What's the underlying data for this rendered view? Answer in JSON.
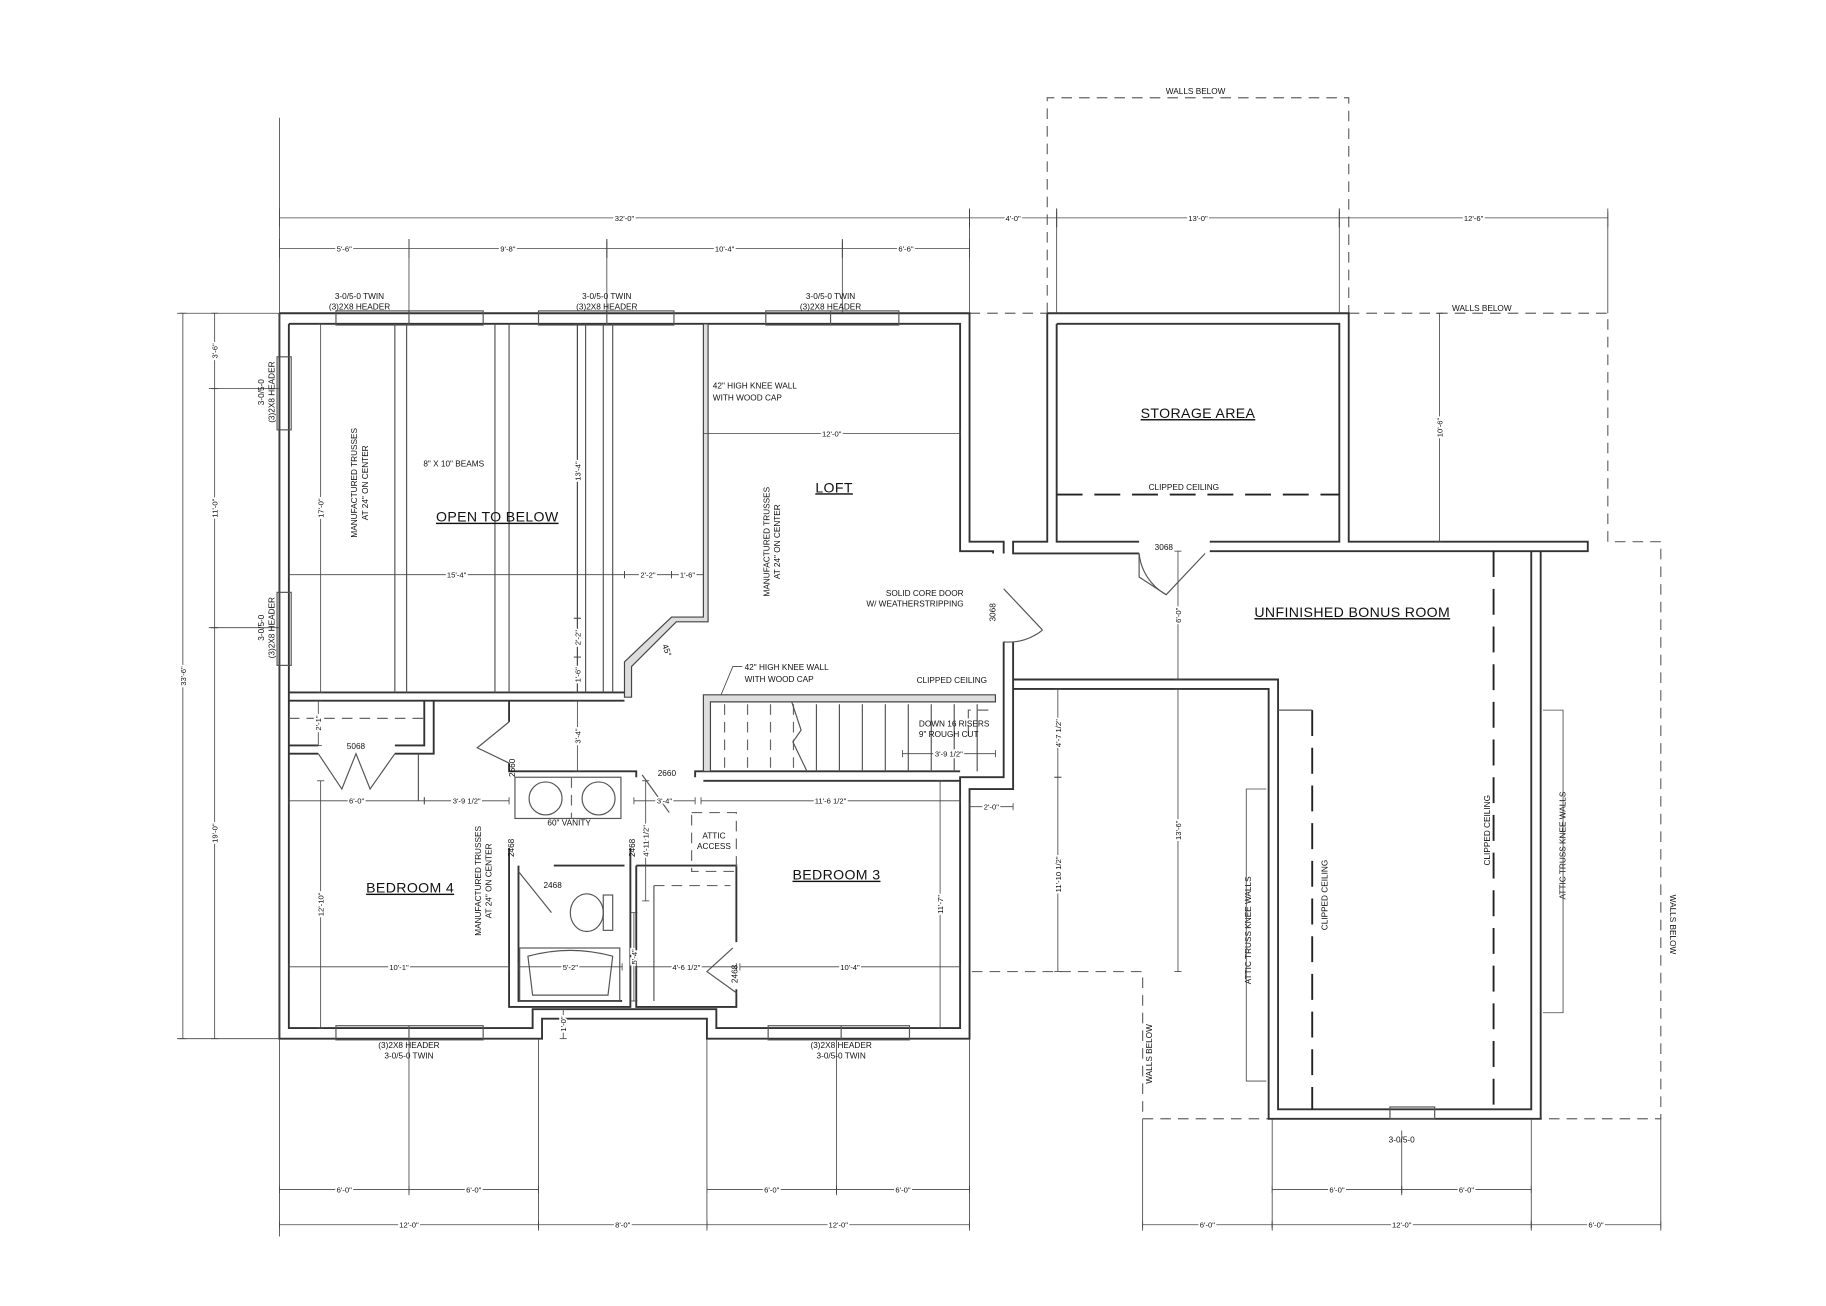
{
  "rooms": {
    "open_to_below": "OPEN TO BELOW",
    "loft": "LOFT",
    "storage_area": "STORAGE AREA",
    "bonus_room": "UNFINISHED BONUS ROOM",
    "bedroom_4": "BEDROOM 4",
    "bedroom_3": "BEDROOM 3"
  },
  "notes": {
    "walls_below": "WALLS BELOW",
    "window_twin": "3-0/5-0 TWIN",
    "window_single": "3-0/5-0",
    "header": "(3)2X8 HEADER",
    "knee_wall_1": "42\" HIGH KNEE WALL",
    "knee_wall_2": "WITH WOOD CAP",
    "beams": "8\" X 10\" BEAMS",
    "trusses_1": "MANUFACTURED TRUSSES",
    "trusses_2": "AT 24\" ON CENTER",
    "solid_door_1": "SOLID CORE DOOR",
    "solid_door_2": "W/ WEATHERSTRIPPING",
    "clipped_ceiling": "CLIPPED CEILING",
    "stairs_1": "DOWN 16 RISERS",
    "stairs_2": "9\" ROUGH CUT",
    "vanity": "60\" VANITY",
    "attic_1": "ATTIC",
    "attic_2": "ACCESS",
    "attic_truss": "ATTIC TRUSS KNEE WALLS",
    "angle": "45°",
    "door_3068": "3068",
    "door_2660": "2660",
    "door_2468": "2468",
    "door_5068": "5068"
  },
  "dims": {
    "overall_32": "32'-0\"",
    "top_4": "4'-0\"",
    "top_13": "13'-0\"",
    "top_12_6": "12'-6\"",
    "top_5_6": "5'-6\"",
    "top_9_8": "9'-8\"",
    "top_10_4": "10'-4\"",
    "top_6_6": "6'-6\"",
    "left_33_6": "33'-6\"",
    "left_3_6": "3'-6\"",
    "left_11": "11'-0\"",
    "left_19": "19'-0\"",
    "loft_12": "12'-0\"",
    "otb_17": "17'-0\"",
    "otb_13_4": "13'-4\"",
    "otb_15_4": "15'-4\"",
    "otb_2_2": "2'-2\"",
    "otb_1_6": "1'-6\"",
    "otb_v_2_2": "2'-2\"",
    "otb_v_1_6": "1'-6\"",
    "storage_10_6": "10'-6\"",
    "bonus_6": "6'-0\"",
    "bonus_13_6": "13'-6\"",
    "stair_3_9": "3'-9 1/2\"",
    "hall_4_7": "4'-7 1/2\"",
    "hall_2": "2'-0\"",
    "hall_11_10": "11'-10 1/2\"",
    "closet_2_1": "2'-1\"",
    "closet_6": "6'-0\"",
    "closet_3_9": "3'-9 1/2\"",
    "hall_3_4_v": "3'-4\"",
    "hall_3_4": "3'-4\"",
    "br3_11_6": "11'-6 1/2\"",
    "bath_4_11": "4'-11 1/2\"",
    "br4_12_10": "12'-10\"",
    "br3_11_7": "11'-7\"",
    "bath_5_4": "5'-4\"",
    "br4_10_1": "10'-1\"",
    "tub_5_2": "5'-2\"",
    "closet_4_6": "4'-6 1/2\"",
    "br3_10_4": "10'-4\"",
    "bump_1": "1'-0\"",
    "bot_6a": "6'-0\"",
    "bot_6b": "6'-0\"",
    "bot_6c": "6'-0\"",
    "bot_6d": "6'-0\"",
    "bot_12a": "12'-0\"",
    "bot_8": "8'-0\"",
    "bot_12b": "12'-0\"",
    "bon_6a": "6'-0\"",
    "bon_6b": "6'-0\"",
    "bon_6c": "6'-0\"",
    "bon_12": "12'-0\"",
    "bon_6d": "6'-0\""
  }
}
